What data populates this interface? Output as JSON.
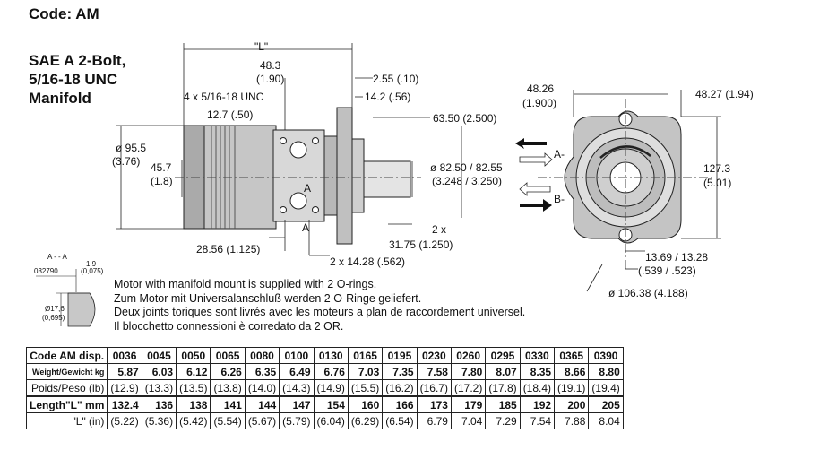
{
  "header": {
    "code": "Code: AM",
    "subtitle_lines": [
      "SAE A 2-Bolt,",
      "5/16-18 UNC",
      "Manifold"
    ]
  },
  "drawing": {
    "dims": {
      "L": "\"L\"",
      "d48_3": "48.3",
      "d1_90": "(1.90)",
      "d2_55": "2.55 (.10)",
      "d14_2": "14.2 (.56)",
      "unc": "4 x 5/16-18 UNC",
      "d12_7": "12.7 (.50)",
      "d63_50": "63.50 (2.500)",
      "dia95_5": "ø 95.5",
      "dia95_5_in": "(3.76)",
      "d45_7": "45.7",
      "d1_8": "(1.8)",
      "dia82": "ø 82.50 / 82.55",
      "dia82_in": "(3.248 / 3.250)",
      "two_x": "2 x",
      "d31_75": "31.75 (1.250)",
      "d28_56": "28.56 (1.125)",
      "d14_28": "2 x 14.28 (.562)",
      "A1": "A",
      "A2": "A",
      "d48_26": "48.26",
      "d1_900": "(1.900)",
      "d48_27": "48.27 (1.94)",
      "port_A": "A-",
      "port_B": "B-",
      "d127_3": "127.3",
      "d5_01": "(5.01)",
      "d13_69": "13.69 / 13.28",
      "d539": "(.539 / .523)",
      "dia106": "ø 106.38 (4.188)",
      "section": "A - - A",
      "s1_9": "1,9",
      "s075": "(0,075)",
      "s032790": "032790",
      "s17_6": "Ø17,6",
      "s695": "(0,695)"
    }
  },
  "notes": [
    "Motor with manifold mount is supplied with 2 O-rings.",
    "Zum Motor mit Universalanschluß werden 2 O-Ringe geliefert.",
    "Deux joints toriques sont livrés avec les moteurs a plan de raccordement universel.",
    "Il blocchetto connessioni è corredato da 2 OR."
  ],
  "table": {
    "header_label": "Code AM disp.",
    "codes": [
      "0036",
      "0045",
      "0050",
      "0065",
      "0080",
      "0100",
      "0130",
      "0165",
      "0195",
      "0230",
      "0260",
      "0295",
      "0330",
      "0365",
      "0390"
    ],
    "weight_label": "Weight/Gewicht  kg",
    "weight_kg": [
      "5.87",
      "6.03",
      "6.12",
      "6.26",
      "6.35",
      "6.49",
      "6.76",
      "7.03",
      "7.35",
      "7.58",
      "7.80",
      "8.07",
      "8.35",
      "8.66",
      "8.80"
    ],
    "poids_label": "Poids/Peso (lb)",
    "weight_lb": [
      "(12.9)",
      "(13.3)",
      "(13.5)",
      "(13.8)",
      "(14.0)",
      "(14.3)",
      "(14.9)",
      "(15.5)",
      "(16.2)",
      "(16.7)",
      "(17.2)",
      "(17.8)",
      "(18.4)",
      "(19.1)",
      "(19.4)"
    ],
    "length_label": "Length\"L\" mm",
    "length_mm": [
      "132.4",
      "136",
      "138",
      "141",
      "144",
      "147",
      "154",
      "160",
      "166",
      "173",
      "179",
      "185",
      "192",
      "200",
      "205"
    ],
    "length_in_label": "\"L\" (in)",
    "length_in": [
      "(5.22)",
      "(5.36)",
      "(5.42)",
      "(5.54)",
      "(5.67)",
      "(5.79)",
      "(6.04)",
      "(6.29)",
      "(6.54)",
      "6.79",
      "7.04",
      "7.29",
      "7.54",
      "7.88",
      "8.04"
    ]
  }
}
